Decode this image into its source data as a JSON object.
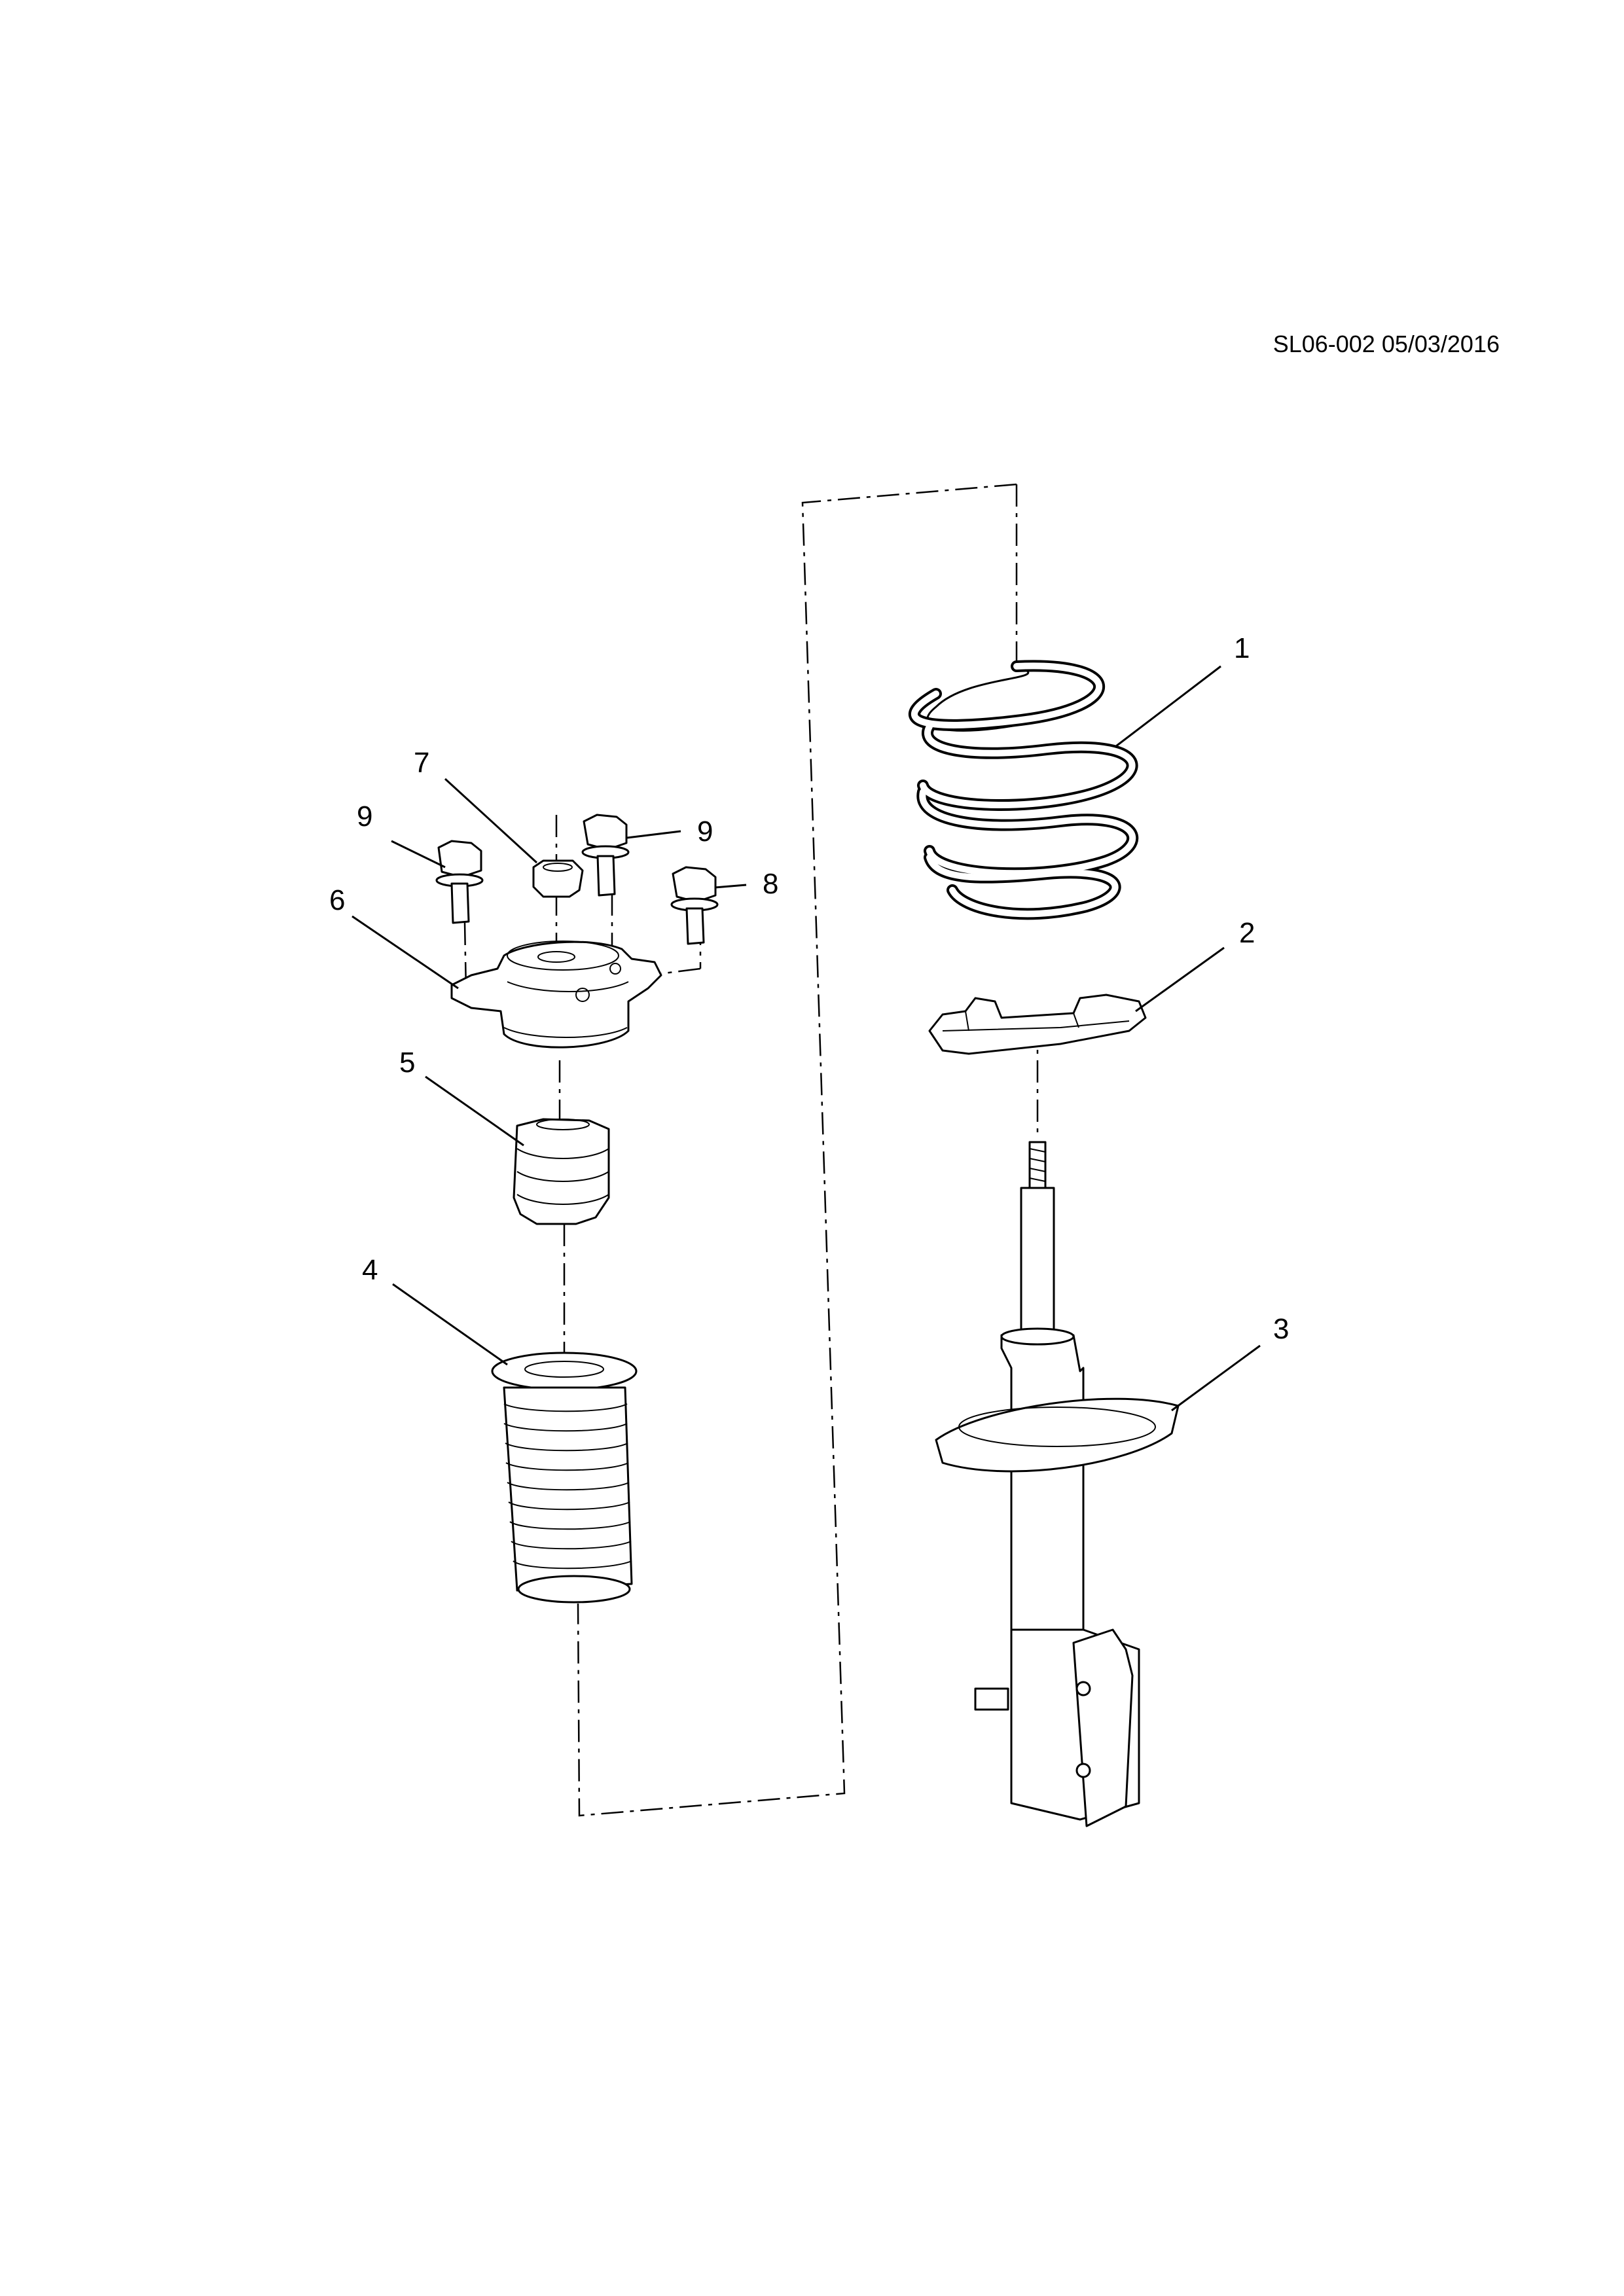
{
  "diagram": {
    "reference": "SL06-002 05/03/2016",
    "callouts": [
      {
        "id": "callout-1",
        "label": "1",
        "part": "coil spring"
      },
      {
        "id": "callout-2",
        "label": "2",
        "part": "spring seat"
      },
      {
        "id": "callout-3",
        "label": "3",
        "part": "strut assembly"
      },
      {
        "id": "callout-4",
        "label": "4",
        "part": "dust boot"
      },
      {
        "id": "callout-5",
        "label": "5",
        "part": "bump stop"
      },
      {
        "id": "callout-6",
        "label": "6",
        "part": "strut mount"
      },
      {
        "id": "callout-7",
        "label": "7",
        "part": "nut"
      },
      {
        "id": "callout-8",
        "label": "8",
        "part": "bolt"
      },
      {
        "id": "callout-9a",
        "label": "9",
        "part": "bolt"
      },
      {
        "id": "callout-9b",
        "label": "9",
        "part": "bolt"
      }
    ]
  },
  "colors": {
    "line": "#000000",
    "background": "#ffffff"
  }
}
